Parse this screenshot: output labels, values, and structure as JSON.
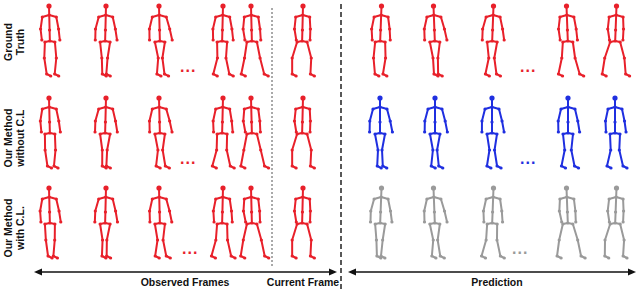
{
  "diagram": {
    "labels": [
      "Ground Truth",
      "Our Method without C.L",
      "Our Method with C.L.",
      "...",
      "...",
      "...",
      "...",
      "...",
      "...",
      "Observed Frames",
      "Current Frame",
      "Prediction"
    ]
  }
}
